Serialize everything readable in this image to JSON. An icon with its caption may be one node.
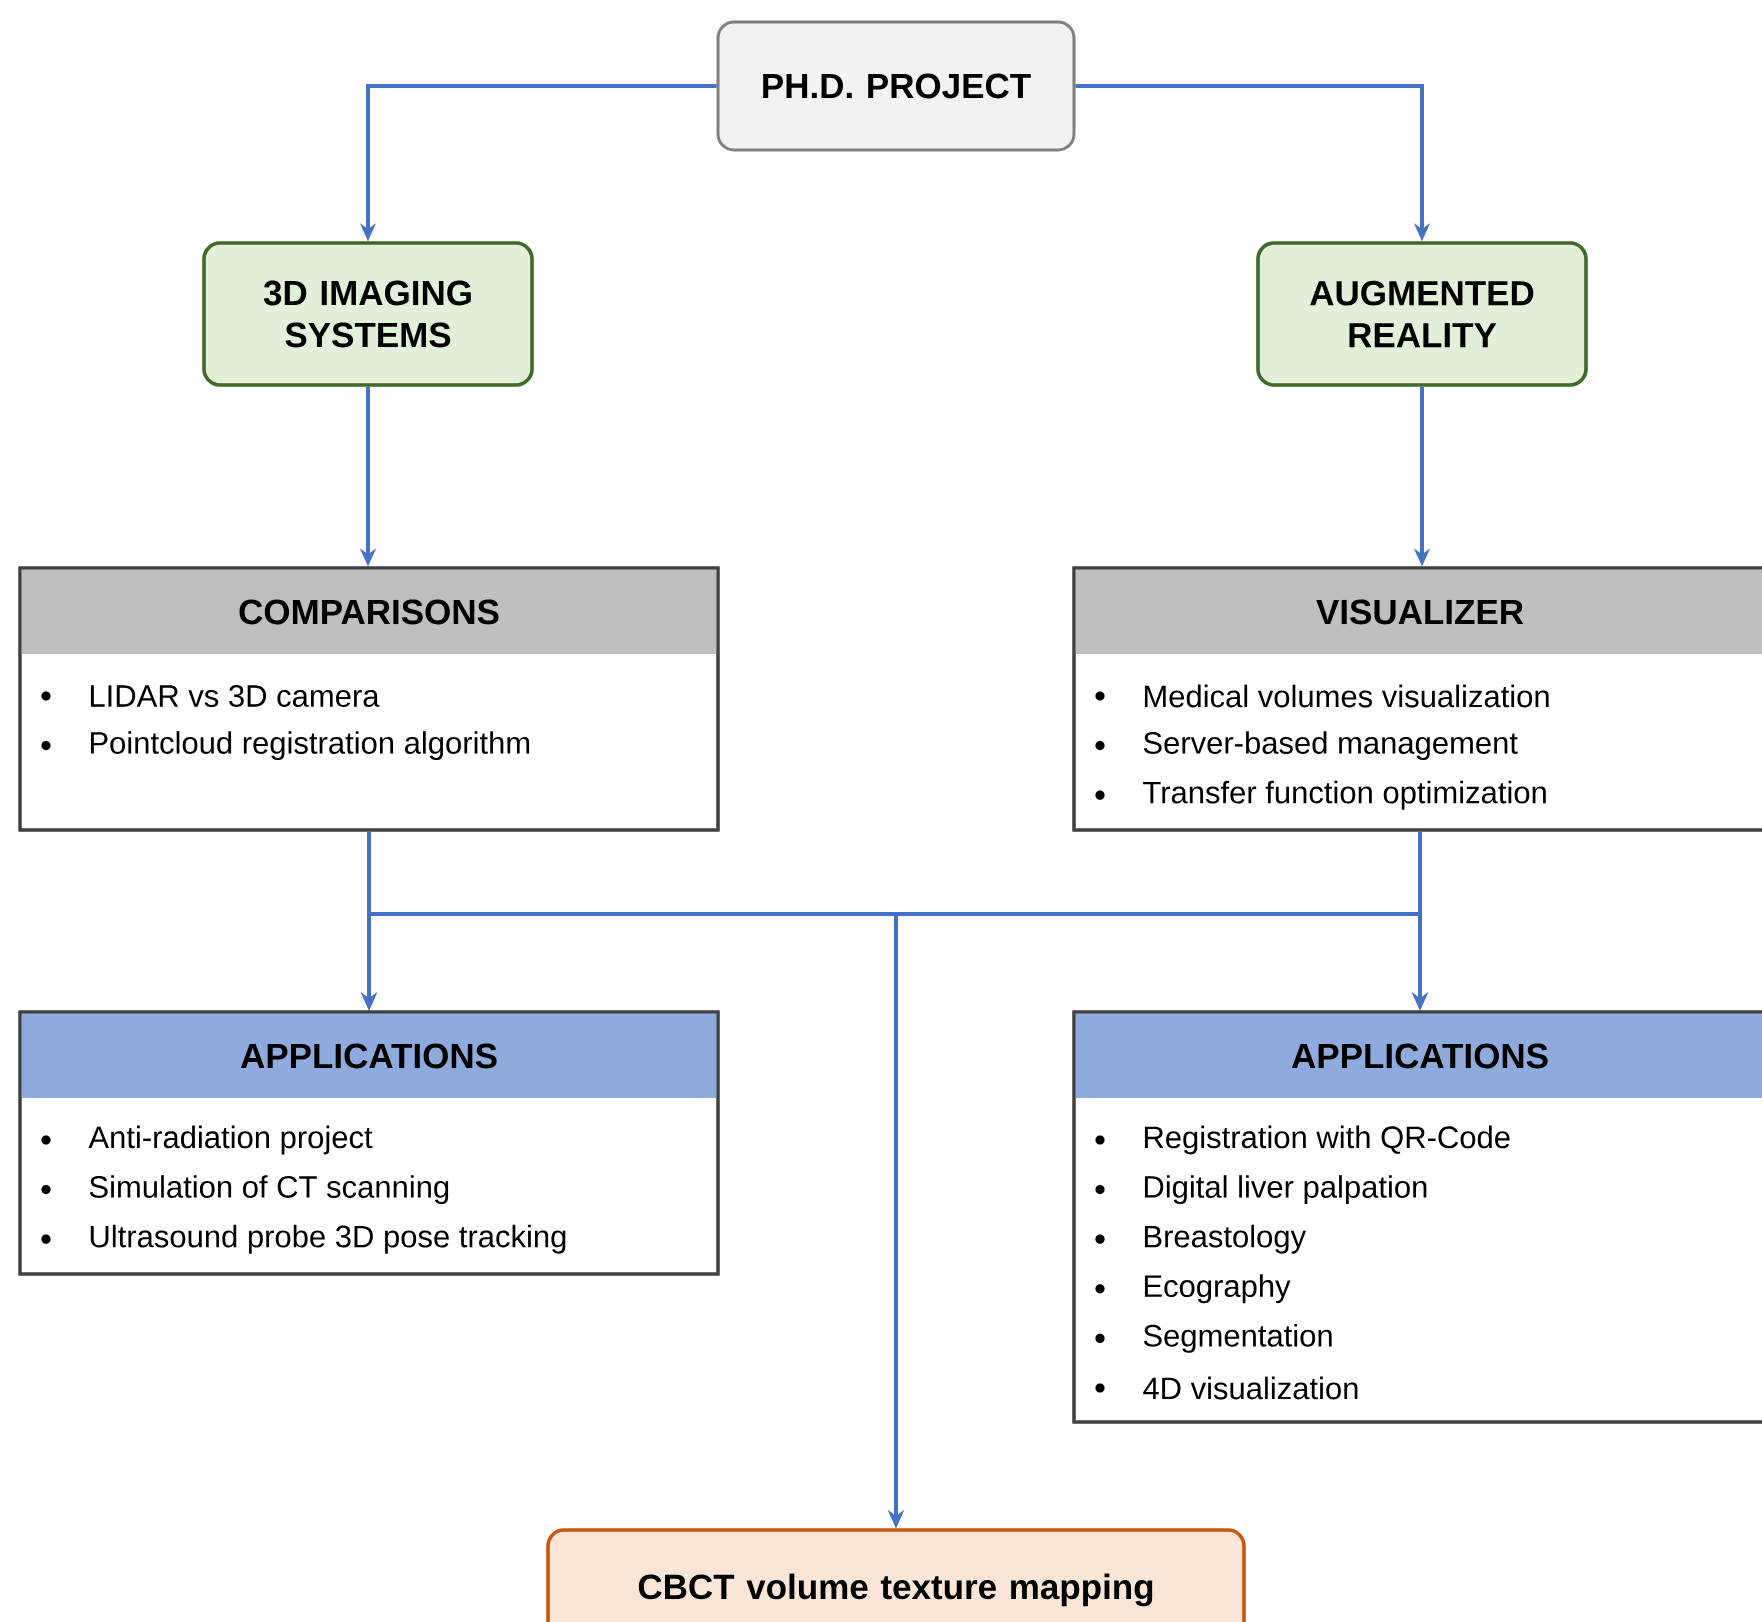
{
  "diagram": {
    "nodes": [
      {
        "text": [
          "PH.D. PROJECT"
        ]
      },
      {
        "text": [
          "3D IMAGING SYSTEMS"
        ]
      },
      {
        "text": [
          "AUGMENTED REALITY"
        ]
      },
      {
        "text": [
          "COMPARISONS",
          "LIDAR vs 3D camera",
          "Pointcloud registration algorithm"
        ]
      },
      {
        "text": [
          "VISUALIZER",
          "Medical volumes visualization",
          "Server-based management",
          "Transfer function optimization"
        ]
      },
      {
        "text": [
          "APPLICATIONS",
          "Anti-radiation project",
          "Simulation of CT scanning",
          "Ultrasound probe 3D pose tracking"
        ]
      },
      {
        "text": [
          "APPLICATIONS",
          "Registration with QR-Code",
          "Digital liver palpation",
          "Breastology",
          "Ecography",
          "Segmentation",
          "4D visualization"
        ]
      },
      {
        "text": [
          "CBCT volume texture mapping"
        ]
      }
    ],
    "edges": [
      {
        "from": 0,
        "to": 1,
        "arrow": "to"
      },
      {
        "from": 0,
        "to": 2,
        "arrow": "to"
      },
      {
        "from": 1,
        "to": 3,
        "arrow": "to"
      },
      {
        "from": 2,
        "to": 4,
        "arrow": "to"
      },
      {
        "from": 3,
        "to": 5,
        "arrow": "to"
      },
      {
        "from": 3,
        "to": 6,
        "arrow": "to"
      },
      {
        "from": 3,
        "to": 7,
        "arrow": "to"
      },
      {
        "from": 4,
        "to": 5,
        "arrow": "to"
      },
      {
        "from": 4,
        "to": 6,
        "arrow": "to"
      },
      {
        "from": 4,
        "to": 7,
        "arrow": "to"
      }
    ]
  }
}
